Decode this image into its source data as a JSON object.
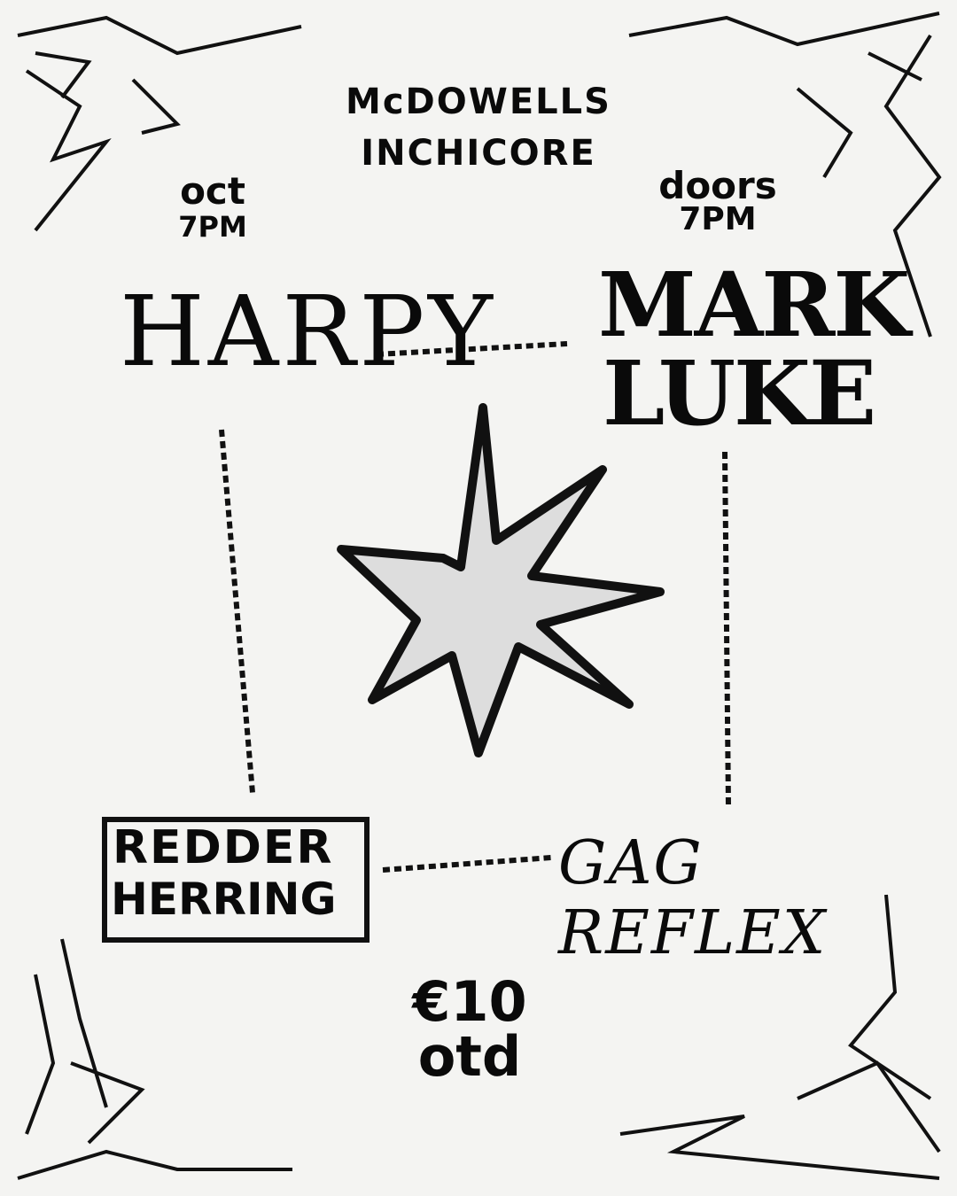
{
  "venue": {
    "line1": "McDOWELLS",
    "line2": "INCHICORE"
  },
  "date": {
    "month": "oct",
    "time": "7PM"
  },
  "doors": {
    "label": "doors",
    "time": "7PM"
  },
  "bands": [
    "HARPY",
    "MARK",
    "LUKE",
    "REDDER",
    "HERRING",
    "GAG REFLEX"
  ],
  "price": {
    "amount": "€10",
    "note": "otd"
  }
}
